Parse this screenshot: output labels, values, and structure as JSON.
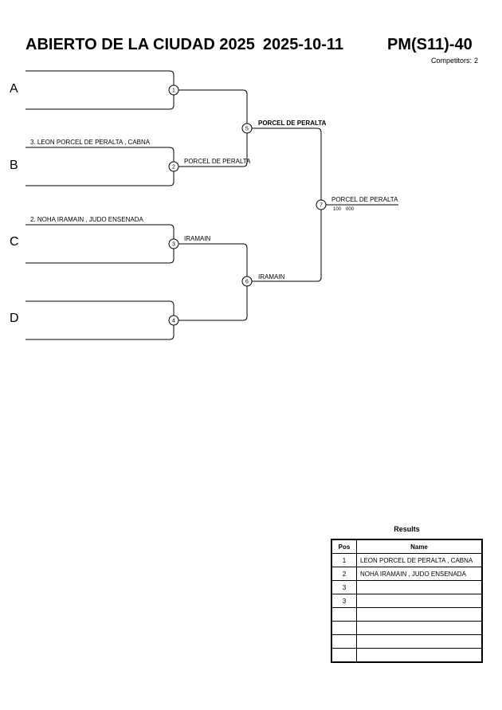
{
  "header": {
    "title": "ABIERTO DE LA CIUDAD 2025",
    "date": "2025-10-11",
    "category": "PM(S11)-40",
    "competitors_label": "Competitors:",
    "competitors_value": "2"
  },
  "pools": [
    "A",
    "B",
    "C",
    "D"
  ],
  "entries": {
    "b": "3. LEON PORCEL DE PERALTA , CABNA",
    "c": "2. NOHA IRAMAIN , JUDO ENSENADA"
  },
  "nodes": [
    "1",
    "2",
    "3",
    "4",
    "5",
    "6",
    "7"
  ],
  "winners": {
    "m2": "PORCEL DE PERALTA",
    "m3": "IRAMAIN",
    "m5": "PORCEL DE PERALTA",
    "m6": "IRAMAIN",
    "m7": "PORCEL DE PERALTA"
  },
  "final_score": [
    "100",
    "000"
  ],
  "results": {
    "title": "Results",
    "headers": [
      "Pos",
      "Name"
    ],
    "rows": [
      {
        "pos": "1",
        "name": "LEON PORCEL DE PERALTA , CABNA"
      },
      {
        "pos": "2",
        "name": "NOHA IRAMAIN , JUDO ENSENADA"
      },
      {
        "pos": "3",
        "name": ""
      },
      {
        "pos": "3",
        "name": ""
      },
      {
        "pos": "",
        "name": ""
      },
      {
        "pos": "",
        "name": ""
      },
      {
        "pos": "",
        "name": ""
      },
      {
        "pos": "",
        "name": ""
      }
    ]
  }
}
